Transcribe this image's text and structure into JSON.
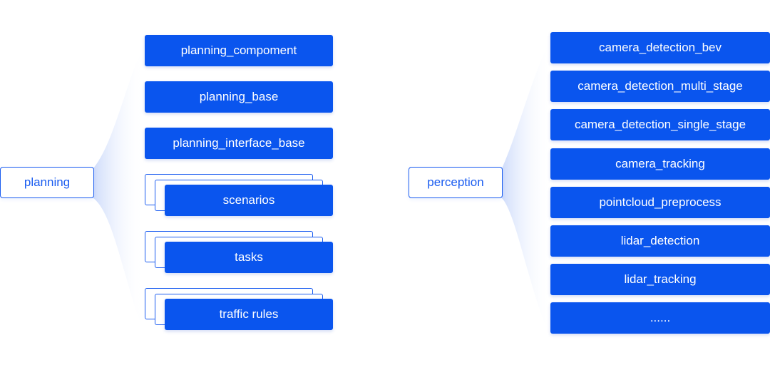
{
  "left_group": {
    "root": "planning",
    "items": [
      "planning_compoment",
      "planning_base",
      "planning_interface_base"
    ],
    "stacked_items": [
      "scenarios",
      "tasks",
      "traffic rules"
    ]
  },
  "right_group": {
    "root": "perception",
    "items": [
      "camera_detection_bev",
      "camera_detection_multi_stage",
      "camera_detection_single_stage",
      "camera_tracking",
      "pointcloud_preprocess",
      "lidar_detection",
      "lidar_tracking",
      "......"
    ]
  },
  "colors": {
    "accent": "#0a55ee",
    "outline": "#1a5cf0",
    "fan": "#dfe8fb"
  }
}
